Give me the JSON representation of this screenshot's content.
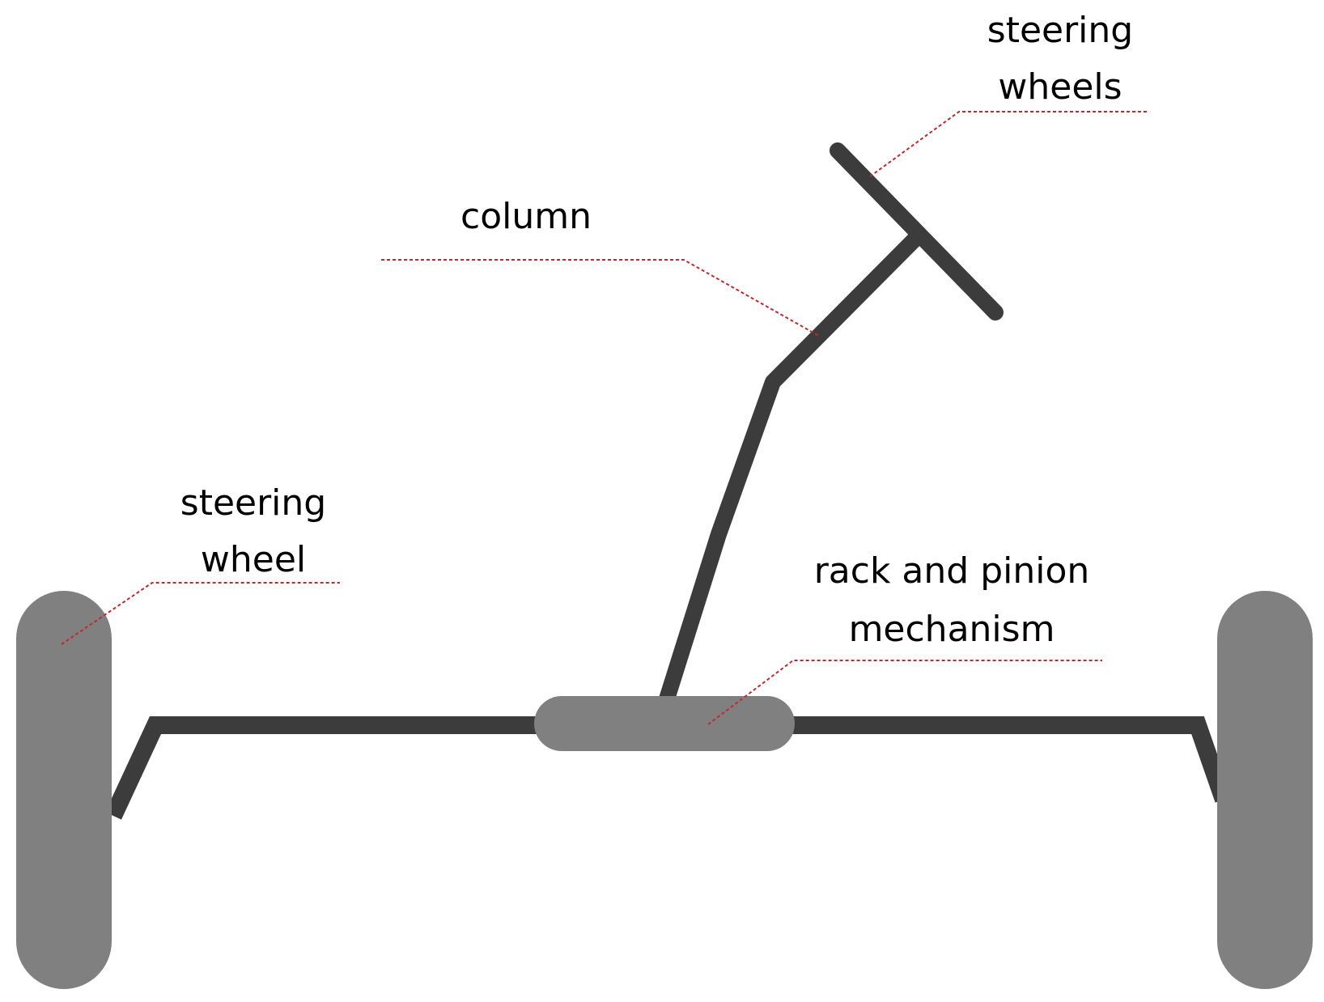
{
  "labels": {
    "steering_wheels_line1": "steering",
    "steering_wheels_line2": "wheels",
    "column": "column",
    "steering_wheel_line1": "steering",
    "steering_wheel_line2": "wheel",
    "rack_pinion_line1": "rack and pinion",
    "rack_pinion_line2": "mechanism"
  },
  "colors": {
    "frame": "#3c3c3c",
    "component": "#808080",
    "leader": "#c0282d",
    "background": "#ffffff"
  }
}
